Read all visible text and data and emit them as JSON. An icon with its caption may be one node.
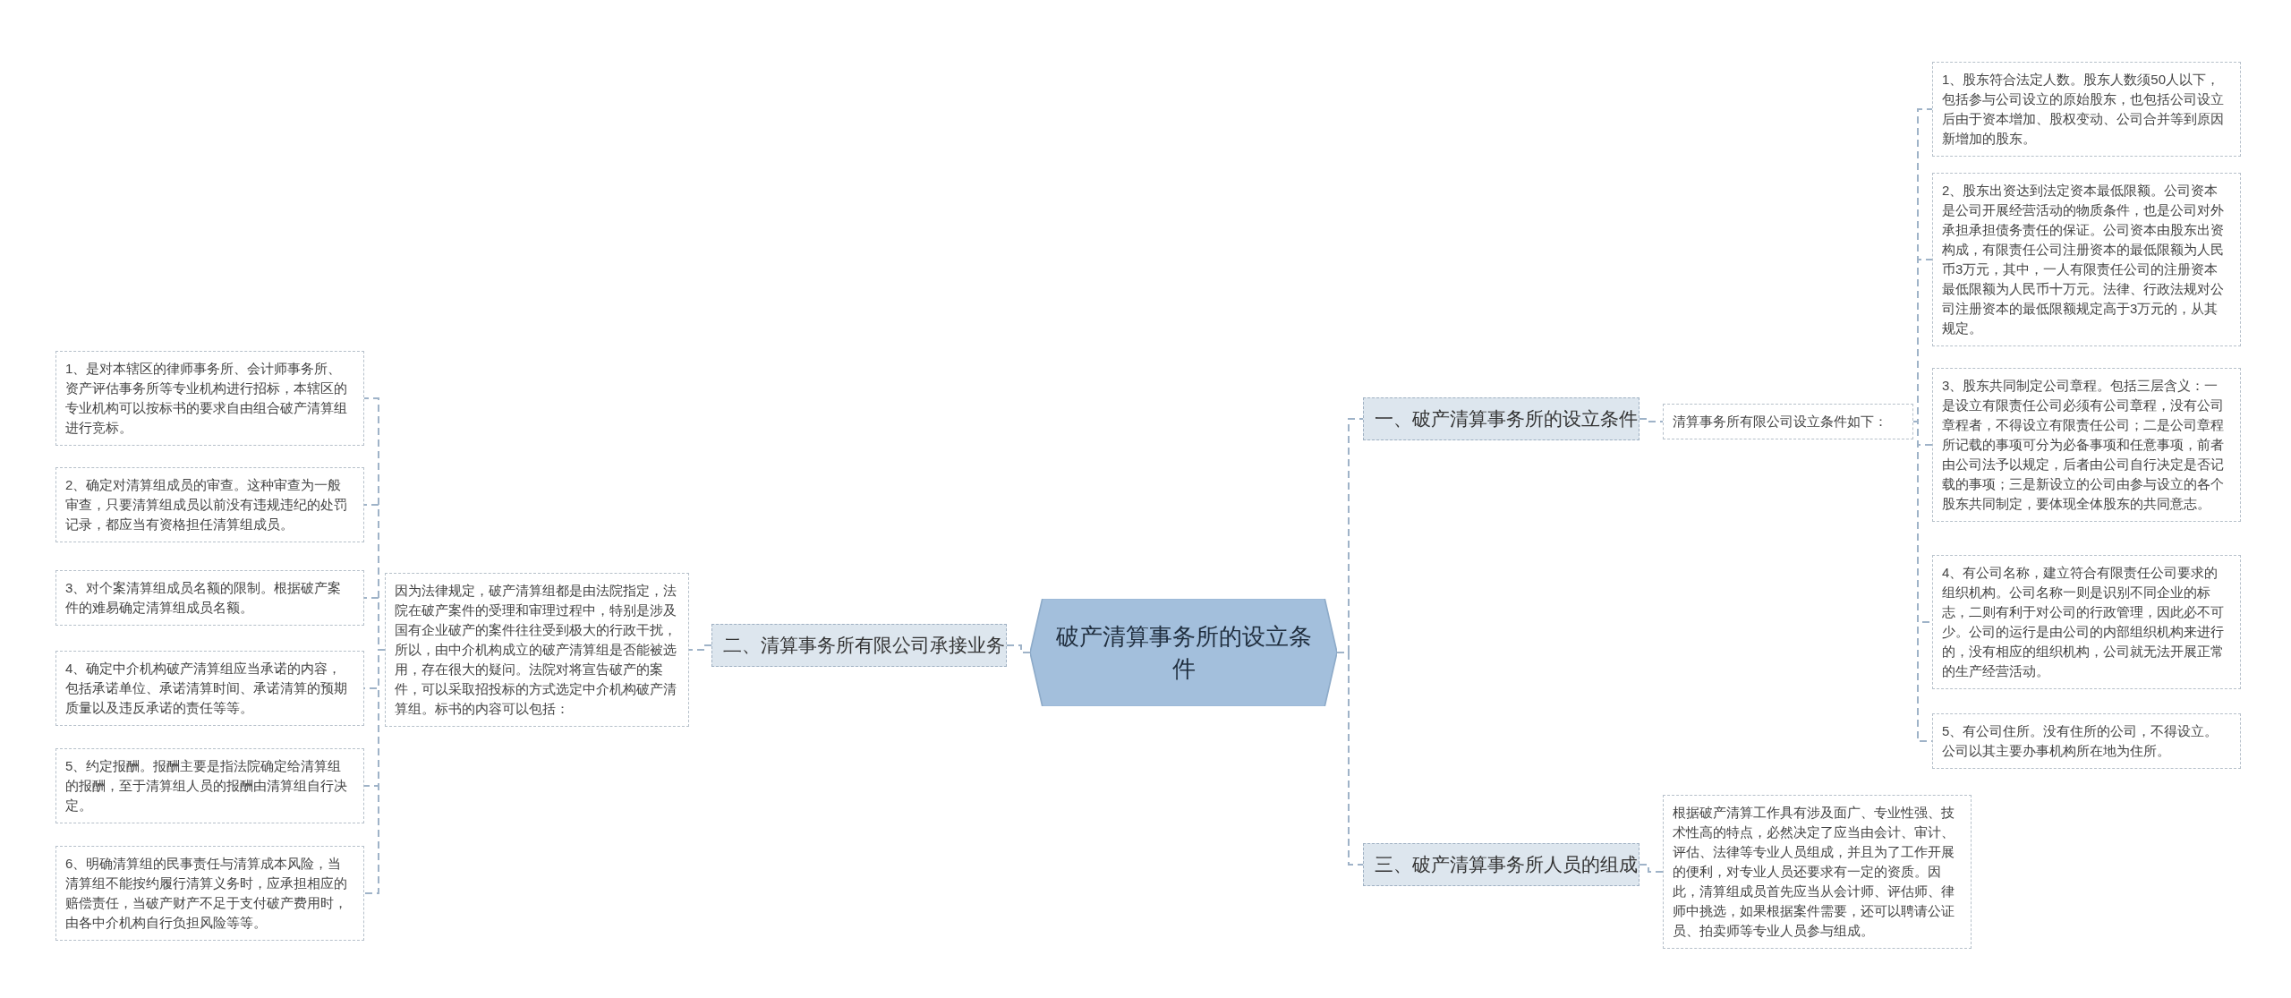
{
  "diagram": {
    "nodes": [
      {
        "text": [
          "破产清算事务所的设立条件"
        ]
      },
      {
        "text": [
          "一、破产清算事务所的设立条件"
        ]
      },
      {
        "text": [
          "清算事务所有限公司设立条件如下："
        ]
      },
      {
        "text": [
          "1、股东符合法定人数。股东人数须50人以下，包括参与公司设立的原始股东，也包括公司设立后由于资本增加、股权变动、公司合并等到原因新增加的股东。"
        ]
      },
      {
        "text": [
          "2、股东出资达到法定资本最低限额。公司资本是公司开展经营活动的物质条件，也是公司对外承担承担债务责任的保证。公司资本由股东出资构成，有限责任公司注册资本的最低限额为人民币3万元，其中，一人有限责任公司的注册资本最低限额为人民币十万元。法律、行政法规对公司注册资本的最低限额规定高于3万元的，从其规定。"
        ]
      },
      {
        "text": [
          "3、股东共同制定公司章程。包括三层含义：一是设立有限责任公司必须有公司章程，没有公司章程者，不得设立有限责任公司；二是公司章程所记载的事项可分为必备事项和任意事项，前者由公司法予以规定，后者由公司自行决定是否记载的事项；三是新设立的公司由参与设立的各个股东共同制定，要体现全体股东的共同意志。"
        ]
      },
      {
        "text": [
          "4、有公司名称，建立符合有限责任公司要求的组织机构。公司名称一则是识别不同企业的标志，二则有利于对公司的行政管理，因此必不可少。公司的运行是由公司的内部组织机构来进行的，没有相应的组织机构，公司就无法开展正常的生产经营活动。"
        ]
      },
      {
        "text": [
          "5、有公司住所。没有住所的公司，不得设立。公司以其主要办事机构所在地为住所。"
        ]
      },
      {
        "text": [
          "三、破产清算事务所人员的组成"
        ]
      },
      {
        "text": [
          "根据破产清算工作具有涉及面广、专业性强、技术性高的特点，必然决定了应当由会计、审计、评估、法律等专业人员组成，并且为了工作开展的便利，对专业人员还要求有一定的资质。因此，清算组成员首先应当从会计师、评估师、律师中挑选，如果根据案件需要，还可以聘请公证员、拍卖师等专业人员参与组成。"
        ]
      },
      {
        "text": [
          "二、清算事务所有限公司承接业务"
        ]
      },
      {
        "text": [
          "因为法律规定，破产清算组都是由法院指定，法院在破产案件的受理和审理过程中，特别是涉及国有企业破产的案件往往受到极大的行政干扰，所以，由中介机构成立的破产清算组是否能被选用，存在很大的疑问。法院对将宣告破产的案件，可以采取招投标的方式选定中介机构破产清算组。标书的内容可以包括："
        ]
      },
      {
        "text": [
          "1、是对本辖区的律师事务所、会计师事务所、资产评估事务所等专业机构进行招标，本辖区的专业机构可以按标书的要求自由组合破产清算组进行竞标。"
        ]
      },
      {
        "text": [
          "2、确定对清算组成员的审查。这种审查为一般审查，只要清算组成员以前没有违规违纪的处罚记录，都应当有资格担任清算组成员。"
        ]
      },
      {
        "text": [
          "3、对个案清算组成员名额的限制。根据破产案件的难易确定清算组成员名额。"
        ]
      },
      {
        "text": [
          "4、确定中介机构破产清算组应当承诺的内容，包括承诺单位、承诺清算时间、承诺清算的预期质量以及违反承诺的责任等等。"
        ]
      },
      {
        "text": [
          "5、约定报酬。报酬主要是指法院确定给清算组的报酬，至于清算组人员的报酬由清算组自行决定。"
        ]
      },
      {
        "text": [
          "6、明确清算组的民事责任与清算成本风险，当清算组不能按约履行清算义务时，应承担相应的赔偿责任，当破产财产不足于支付破产费用时，由各中介机构自行负担风险等等。"
        ]
      }
    ],
    "edges": [
      {
        "from": 0,
        "to": 1,
        "arrow": "none"
      },
      {
        "from": 0,
        "to": 8,
        "arrow": "none"
      },
      {
        "from": 0,
        "to": 10,
        "arrow": "none"
      },
      {
        "from": 1,
        "to": 2,
        "arrow": "none"
      },
      {
        "from": 2,
        "to": 3,
        "arrow": "none"
      },
      {
        "from": 2,
        "to": 4,
        "arrow": "none"
      },
      {
        "from": 2,
        "to": 5,
        "arrow": "none"
      },
      {
        "from": 2,
        "to": 6,
        "arrow": "none"
      },
      {
        "from": 2,
        "to": 7,
        "arrow": "none"
      },
      {
        "from": 8,
        "to": 9,
        "arrow": "none"
      },
      {
        "from": 10,
        "to": 11,
        "arrow": "none"
      },
      {
        "from": 11,
        "to": 12,
        "arrow": "none"
      },
      {
        "from": 11,
        "to": 13,
        "arrow": "none"
      },
      {
        "from": 11,
        "to": 14,
        "arrow": "none"
      },
      {
        "from": 11,
        "to": 15,
        "arrow": "none"
      },
      {
        "from": 11,
        "to": 16,
        "arrow": "none"
      },
      {
        "from": 11,
        "to": 17,
        "arrow": "none"
      }
    ]
  }
}
